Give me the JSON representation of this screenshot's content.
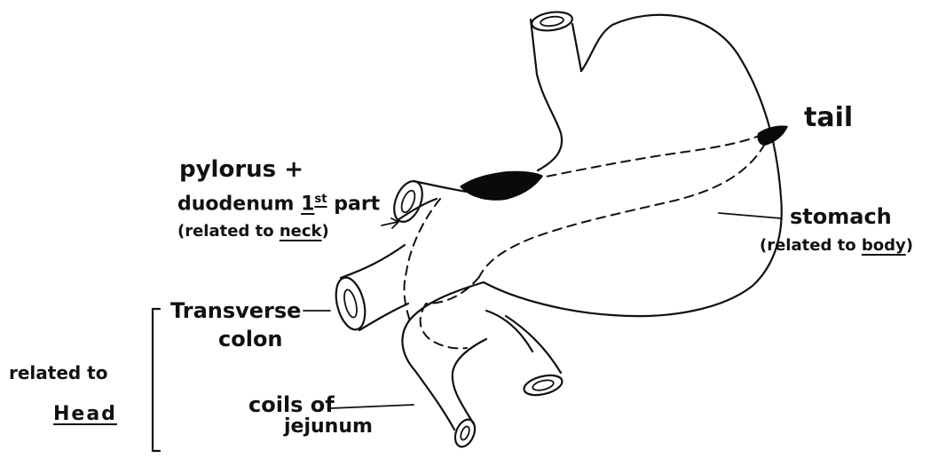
{
  "labels": {
    "tail": "tail",
    "pylorus_line1": "pylorus +",
    "pylorus_line2_a": "duodenum ",
    "pylorus_line2_ord_num": "1",
    "pylorus_line2_ord_suffix": "st",
    "pylorus_line2_b": " part",
    "pylorus_line3_a": "(related to ",
    "pylorus_line3_underlined": "neck",
    "pylorus_line3_b": ")",
    "stomach_line1": "stomach",
    "stomach_line2_a": "(related to ",
    "stomach_line2_underlined": "body",
    "stomach_line2_b": ")",
    "transverse_line1": "Transverse",
    "transverse_line2": "colon",
    "related_to": "related to",
    "head": "Head",
    "coils_line1": "coils of",
    "coils_line2": "jejunum"
  },
  "colors": {
    "ink": "#111111",
    "paper": "#ffffff",
    "pancreas_fill": "#0a0a0a"
  }
}
